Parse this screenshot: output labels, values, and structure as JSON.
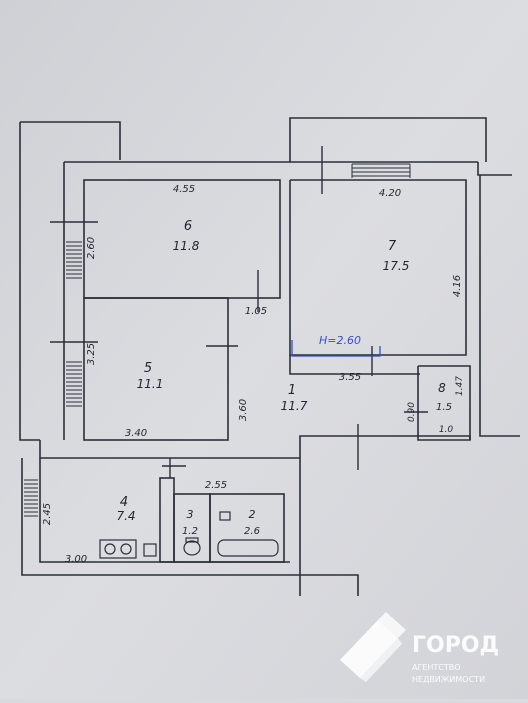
{
  "plan": {
    "rooms": [
      {
        "id": "1",
        "number": "1",
        "area": "11.7"
      },
      {
        "id": "2",
        "number": "2",
        "area": "2.6"
      },
      {
        "id": "3",
        "number": "3",
        "area": "1.2"
      },
      {
        "id": "4",
        "number": "4",
        "area": "7.4"
      },
      {
        "id": "5",
        "number": "5",
        "area": "11.1"
      },
      {
        "id": "6",
        "number": "6",
        "area": "11.8"
      },
      {
        "id": "7",
        "number": "7",
        "area": "17.5"
      },
      {
        "id": "8",
        "number": "8",
        "area": "1.5"
      }
    ],
    "dimensions": {
      "r6_top": "4.55",
      "r6_side": "2.60",
      "r7_top": "4.20",
      "r7_side": "4.16",
      "r5_side": "3.25",
      "r5_bottom": "3.40",
      "hall_mid": "1.05",
      "hall_side": "3.60",
      "hall_top": "3.55",
      "r8_side_right": "1.47",
      "r8_side_left": "0.90",
      "r8_bottom": "1.0",
      "r4_side": "2.45",
      "r4_bottom": "3.00",
      "baths_top": "2.55"
    },
    "ceiling_height": "H=2.60"
  },
  "watermark": {
    "brand": "ГОРОД",
    "line1": "АГЕНТСТВО",
    "line2": "НЕДВИЖИМОСТИ"
  },
  "colors": {
    "paper": "#d9dade",
    "ink": "#1f2430",
    "pen_blue": "#3a4fb8",
    "watermark": "#ffffff"
  }
}
